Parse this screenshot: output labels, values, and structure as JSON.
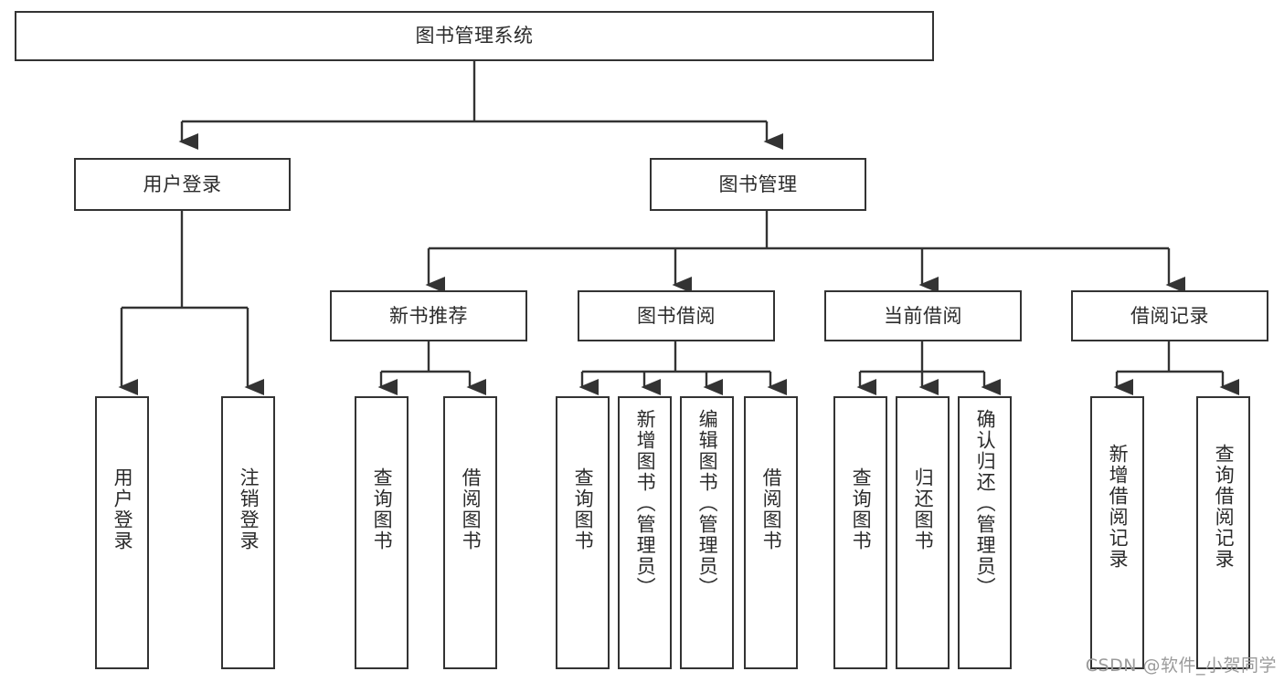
{
  "diagram": {
    "title": "图书管理系统",
    "type": "tree-hierarchy-diagram",
    "colors": {
      "box_border": "#333333",
      "box_fill": "#ffffff",
      "connector": "#333333",
      "text": "#2b2b2b",
      "watermark": "#9b9b9b",
      "background": "#ffffff"
    },
    "root": {
      "label": "图书管理系统"
    },
    "level2": [
      {
        "label": "用户登录"
      },
      {
        "label": "图书管理"
      }
    ],
    "level3": [
      {
        "label": "新书推荐"
      },
      {
        "label": "图书借阅"
      },
      {
        "label": "当前借阅"
      },
      {
        "label": "借阅记录"
      }
    ],
    "leaves": {
      "user_login": [
        {
          "label": "用户登录"
        },
        {
          "label": "注销登录"
        }
      ],
      "new_book_recommend": [
        {
          "label": "查询图书"
        },
        {
          "label": "借阅图书"
        }
      ],
      "book_borrow": [
        {
          "label": "查询图书"
        },
        {
          "label": "新增图书（管理员）"
        },
        {
          "label": "编辑图书（管理员）"
        },
        {
          "label": "借阅图书"
        }
      ],
      "current_borrow": [
        {
          "label": "查询图书"
        },
        {
          "label": "归还图书"
        },
        {
          "label": "确认归还（管理员）"
        }
      ],
      "borrow_records": [
        {
          "label": "新增借阅记录"
        },
        {
          "label": "查询借阅记录"
        }
      ]
    }
  },
  "watermark": {
    "text": "CSDN @软件_小贺同学"
  }
}
